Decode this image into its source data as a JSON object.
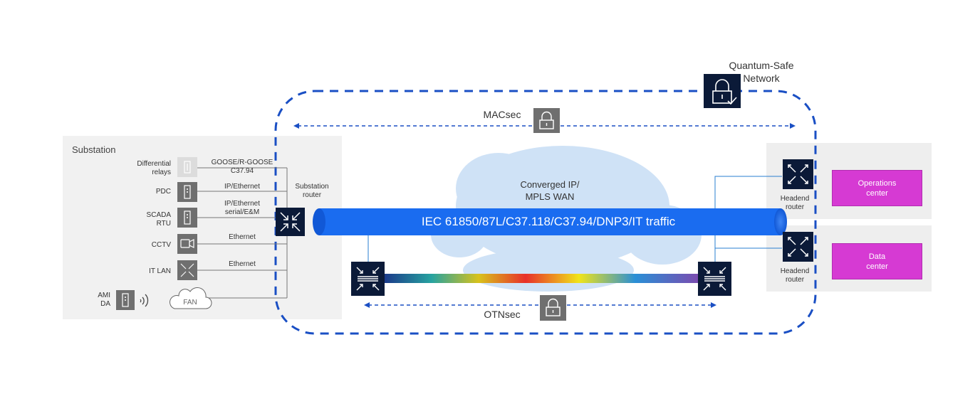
{
  "substation": {
    "title": "Substation",
    "devices": [
      {
        "label": "Differential\nrelays",
        "link": "GOOSE/R-GOOSE\nC37.94"
      },
      {
        "label": "PDC",
        "link": "IP/Ethernet"
      },
      {
        "label": "SCADA\nRTU",
        "link": "IP/Ethernet\nserial/E&M"
      },
      {
        "label": "CCTV",
        "link": "Ethernet"
      },
      {
        "label": "IT LAN",
        "link": "Ethernet"
      },
      {
        "label": "AMI\nDA",
        "link": ""
      }
    ],
    "fan_label": "FAN",
    "router_label": "Substation\nrouter"
  },
  "network": {
    "quantum_label": "Quantum-Safe\nNetwork",
    "macsec_label": "MACsec",
    "otnsec_label": "OTNsec",
    "cloud_label": "Converged IP/\nMPLS WAN",
    "pipe_label": "IEC 61850/87L/C37.118/C37.94/DNP3/IT traffic"
  },
  "datacenter": {
    "router1_label": "Headend\nrouter",
    "router2_label": "Headend\nrouter",
    "ops_label": "Operations\ncenter",
    "data_label": "Data\ncenter"
  },
  "colors": {
    "dash_blue": "#1a4fc4",
    "pipe_blue": "#1a6cf0",
    "cloud": "#cfe2f6",
    "icon_dark": "#0b1a38",
    "lock_gray": "#6f6f6f",
    "pink": "#d63ad3"
  },
  "icons": [
    "router-icon",
    "lock-icon",
    "lock-check-icon",
    "relay-icon",
    "rtu-icon",
    "camera-icon",
    "lan-switch-icon",
    "wifi-icon",
    "cloud-icon",
    "optical-switch-icon"
  ]
}
